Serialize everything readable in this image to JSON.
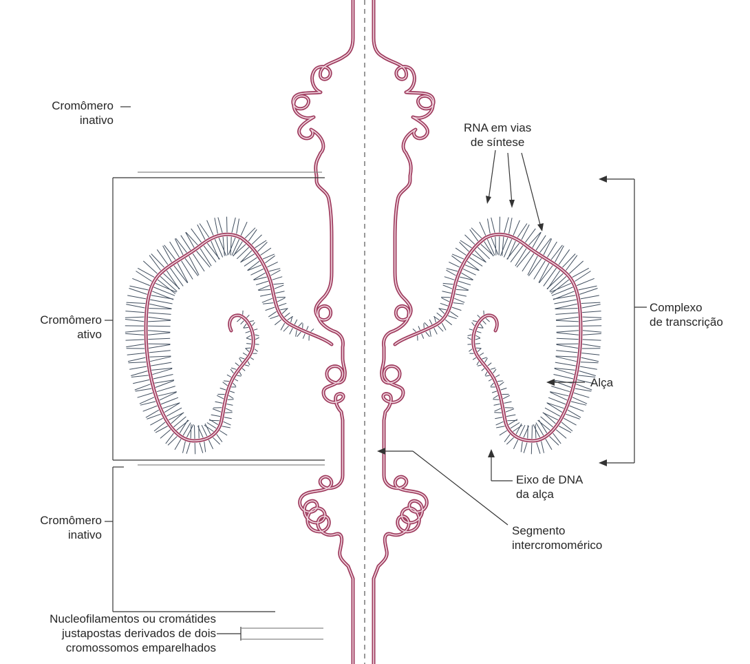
{
  "labels": {
    "inactive_top": {
      "line1": "Cromômero",
      "line2": "inativo"
    },
    "active": {
      "line1": "Cromômero",
      "line2": "ativo"
    },
    "inactive_bottom": {
      "line1": "Cromômero",
      "line2": "inativo"
    },
    "nucleofilaments": {
      "line1": "Nucleofilamentos ou cromátides",
      "line2": "justapostas derivados de dois",
      "line3": "cromossomos emparelhados"
    },
    "rna": {
      "line1": "RNA em vias",
      "line2": "de síntese"
    },
    "complex": {
      "line1": "Complexo",
      "line2": "de transcrição"
    },
    "loop": "Alça",
    "dna_axis": {
      "line1": "Eixo de DNA",
      "line2": "da alça"
    },
    "segment": {
      "line1": "Segmento",
      "line2": "intercromomérico"
    }
  },
  "colors": {
    "chromatid": "#9e3a5d",
    "chromatid_highlight": "#f1d7e0",
    "rna_fibrils": "#3d4b5c",
    "guide_lines": "#333333"
  }
}
